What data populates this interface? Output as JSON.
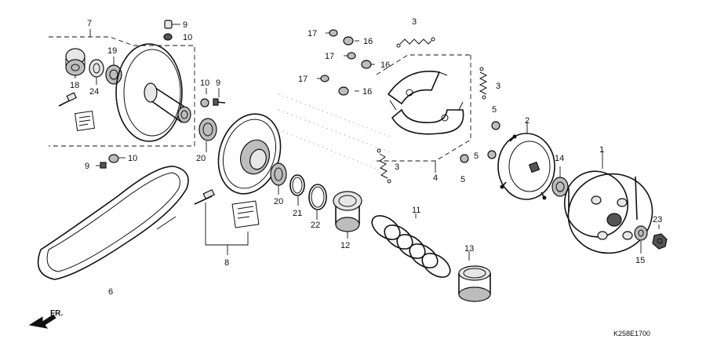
{
  "diagram": {
    "callouts": {
      "c1": "1",
      "c2": "2",
      "c3a": "3",
      "c3b": "3",
      "c3c": "3",
      "c4": "4",
      "c5a": "5",
      "c5b": "5",
      "c5c": "5",
      "c6": "6",
      "c7": "7",
      "c8": "8",
      "c9a": "9",
      "c9b": "9",
      "c9c": "9",
      "c10a": "10",
      "c10b": "10",
      "c10c": "10",
      "c11": "11",
      "c12": "12",
      "c13": "13",
      "c14": "14",
      "c15": "15",
      "c16a": "16",
      "c16b": "16",
      "c16c": "16",
      "c17a": "17",
      "c17b": "17",
      "c17c": "17",
      "c18": "18",
      "c19": "19",
      "c20a": "20",
      "c20b": "20",
      "c21": "21",
      "c22": "22",
      "c23": "23",
      "c24": "24"
    },
    "direction_label": "FR.",
    "figure_code": "K258E1700"
  }
}
